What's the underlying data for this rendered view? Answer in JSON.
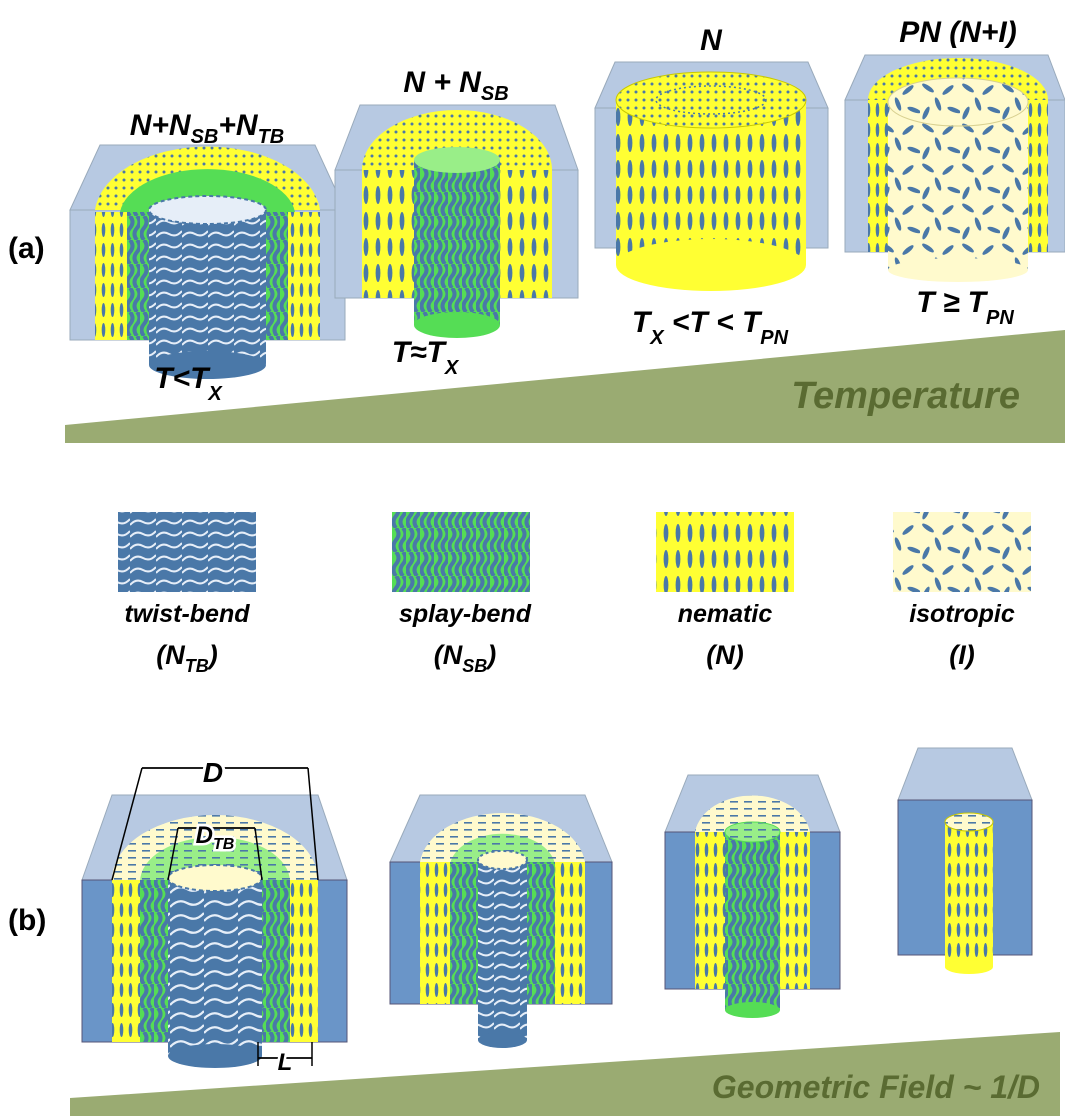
{
  "panel_labels": {
    "a": "(a)",
    "b": "(b)"
  },
  "row_a": {
    "titles": [
      {
        "main": "N+N",
        "sub1": "SB",
        "mid": "+N",
        "sub2": "TB"
      },
      {
        "main": "N + N",
        "sub1": "SB"
      },
      {
        "main": "N"
      },
      {
        "main": "PN (N+I)"
      }
    ],
    "temps": [
      {
        "pre": "T<T",
        "sub": "X"
      },
      {
        "pre": "T≈T",
        "sub": "X"
      },
      {
        "pre": "T",
        "sub": "X",
        "mid": " <T < T",
        "sub2": "PN"
      },
      {
        "pre": "T ≥ T",
        "sub": "PN"
      }
    ],
    "ramp_label": "Temperature"
  },
  "legend": [
    {
      "name": "twist-bend",
      "sym": "N",
      "sub": "TB"
    },
    {
      "name": "splay-bend",
      "sym": "N",
      "sub": "SB"
    },
    {
      "name": "nematic",
      "sym": "N",
      "sub": ""
    },
    {
      "name": "isotropic",
      "sym": "I",
      "sub": ""
    }
  ],
  "row_b": {
    "dims": {
      "D": "D",
      "D_TB": "D",
      "D_TB_sub": "TB",
      "L": "L"
    },
    "ramp_label": "Geometric Field  ~ 1/D"
  },
  "colors": {
    "glass_light": "#b7c9e2",
    "glass_dark": "#6a95c8",
    "yellow": "#ffff33",
    "green": "#55dd55",
    "blue_mol": "#4a78a8",
    "isotropic_bg": "#fffacd",
    "ramp": "#9aab72",
    "ramp_text": "#5a6b32"
  }
}
